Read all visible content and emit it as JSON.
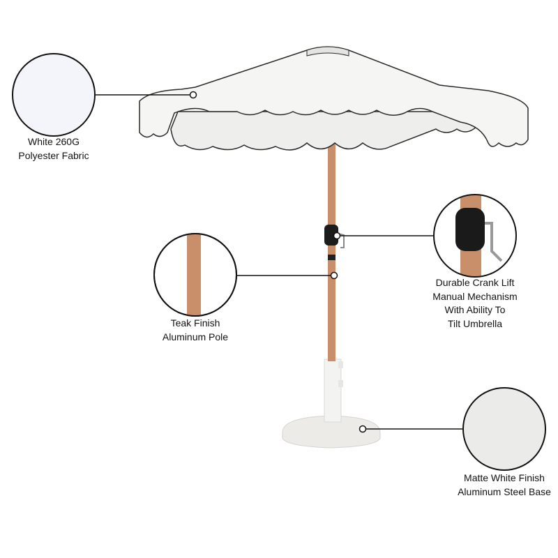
{
  "callouts": {
    "fabric": {
      "lines": [
        "White 260G",
        "Polyester Fabric"
      ]
    },
    "pole": {
      "lines": [
        "Teak Finish",
        "Aluminum Pole"
      ]
    },
    "crank": {
      "lines": [
        "Durable Crank Lift",
        "Manual Mechanism",
        "With Ability To",
        "Tilt Umbrella"
      ]
    },
    "base": {
      "lines": [
        "Matte White Finish",
        "Aluminum Steel Base"
      ]
    }
  },
  "colors": {
    "pole": "#c98f6a",
    "canopy": "#f4f4f2",
    "trim": "#2a2a2a",
    "base": "#ededeb"
  }
}
